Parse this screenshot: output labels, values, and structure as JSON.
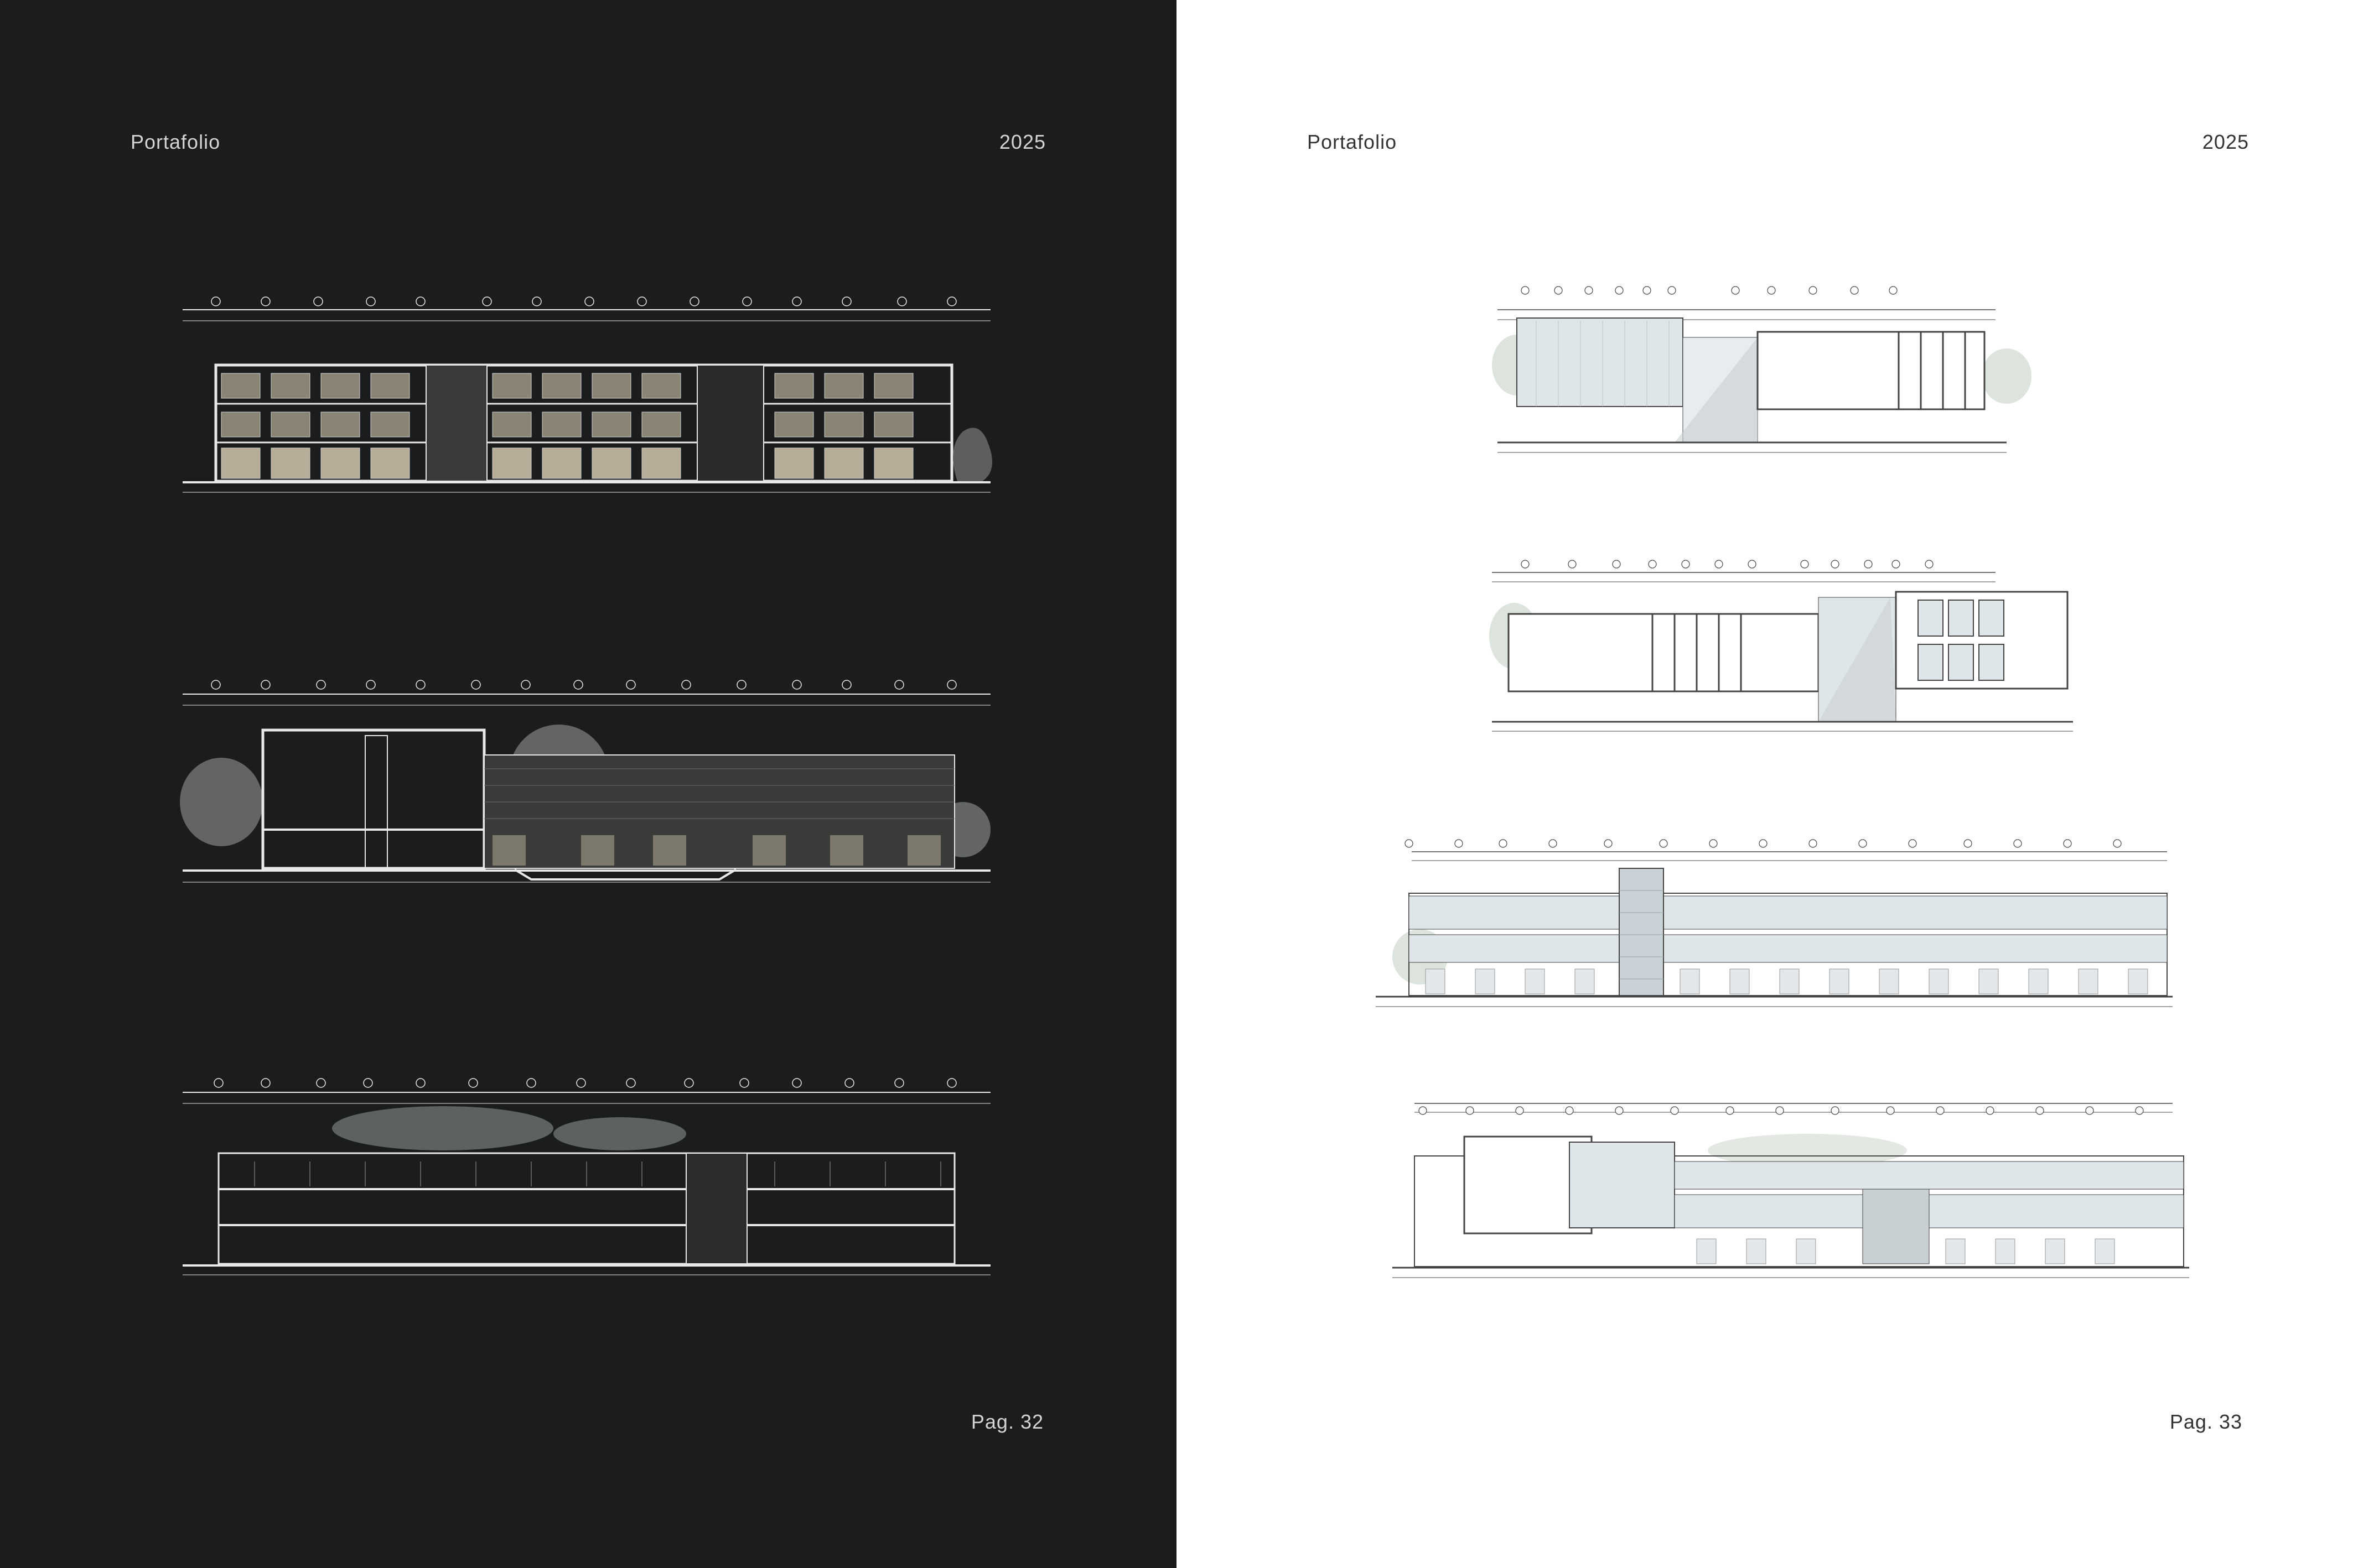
{
  "left_page": {
    "header_title": "Portafolio",
    "header_year": "2025",
    "page_number": "Pag. 32"
  },
  "right_page": {
    "header_title": "Portafolio",
    "header_year": "2025",
    "page_number": "Pag. 33"
  },
  "colors": {
    "left_background": "#1b1c1d",
    "right_background": "#ffffff",
    "drawing_line_dark": "#e8e8e8",
    "drawing_line_light": "#444444",
    "tree_fill": "#cfd6cf",
    "glass_fill": "#dfe6ea",
    "wall_fill_dark": "#b7ad99"
  }
}
